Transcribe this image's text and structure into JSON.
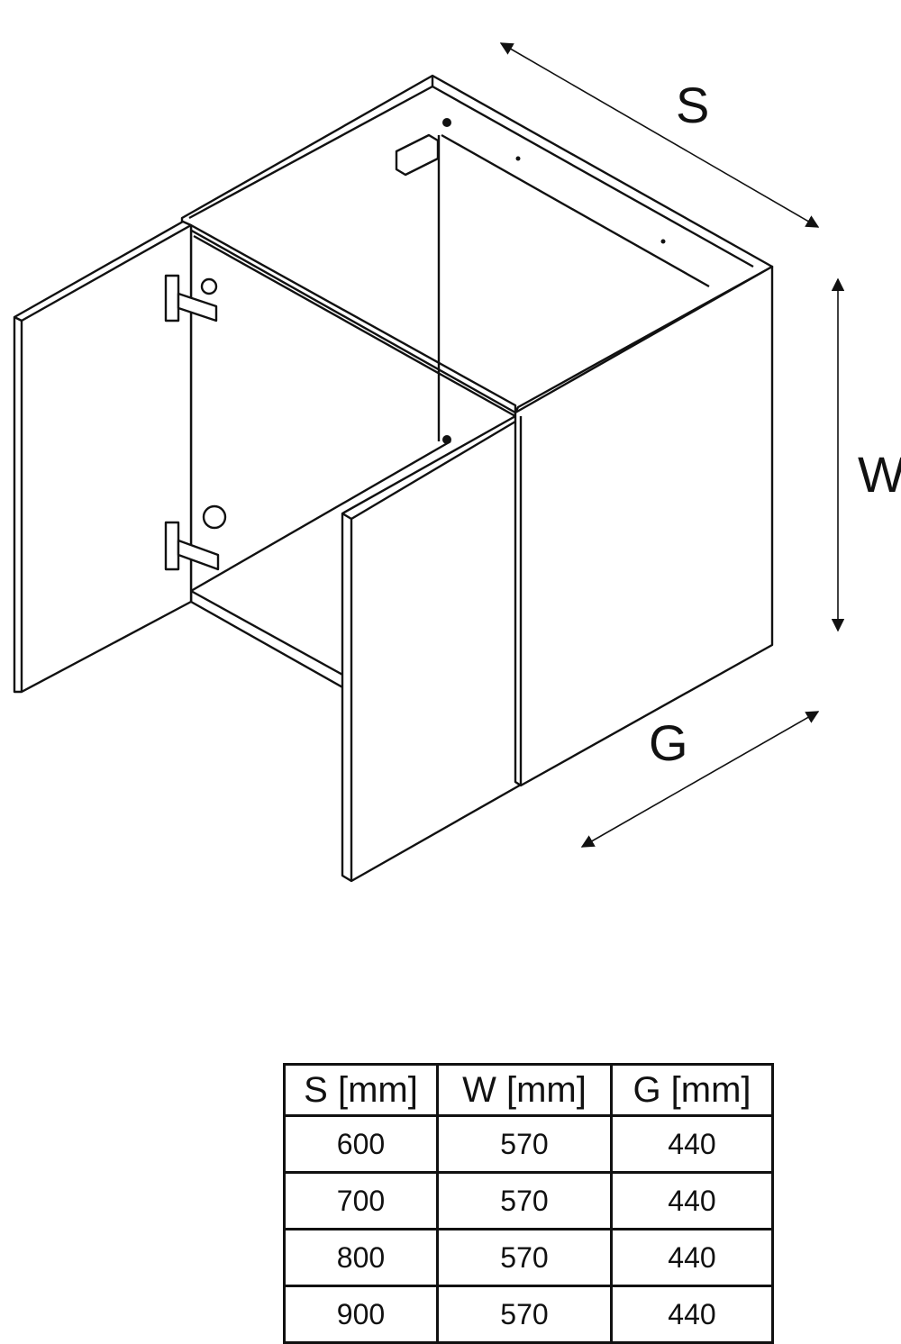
{
  "diagram": {
    "labels": {
      "width": "S",
      "height": "W",
      "depth": "G"
    },
    "colors": {
      "stroke": "#111111",
      "fill": "#ffffff"
    }
  },
  "table": {
    "headers": [
      "S [mm]",
      "W [mm]",
      "G [mm]"
    ],
    "rows": [
      [
        "600",
        "570",
        "440"
      ],
      [
        "700",
        "570",
        "440"
      ],
      [
        "800",
        "570",
        "440"
      ],
      [
        "900",
        "570",
        "440"
      ]
    ]
  }
}
